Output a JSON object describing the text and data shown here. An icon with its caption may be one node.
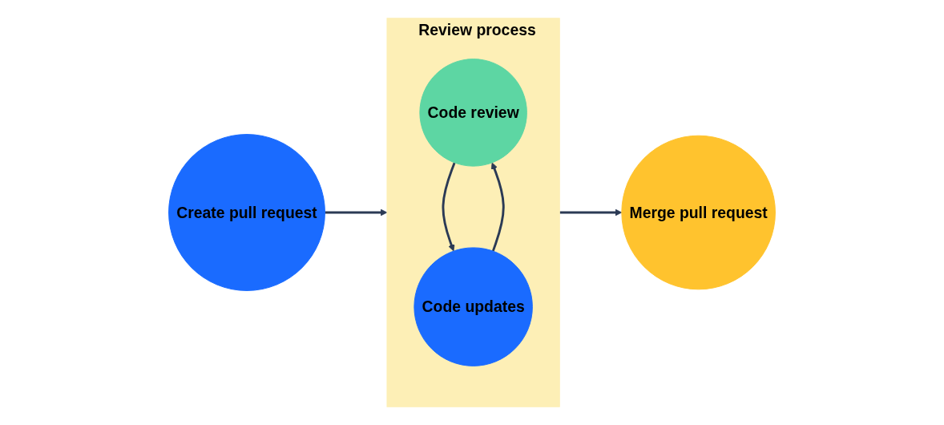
{
  "diagram": {
    "nodes": [
      {
        "text": [
          "Create pull request"
        ]
      },
      {
        "text": [
          "Review process"
        ]
      },
      {
        "text": [
          "Code review"
        ],
        "in": 1
      },
      {
        "text": [
          "Code updates"
        ],
        "in": 1
      },
      {
        "text": [
          "Merge pull request"
        ]
      }
    ],
    "edges": [
      {
        "from": 0,
        "to": 1,
        "arrow": "to"
      },
      {
        "from": 2,
        "to": 3,
        "arrow": "to"
      },
      {
        "from": 3,
        "to": 2,
        "arrow": "to"
      },
      {
        "from": 1,
        "to": 4,
        "arrow": "to"
      }
    ]
  }
}
